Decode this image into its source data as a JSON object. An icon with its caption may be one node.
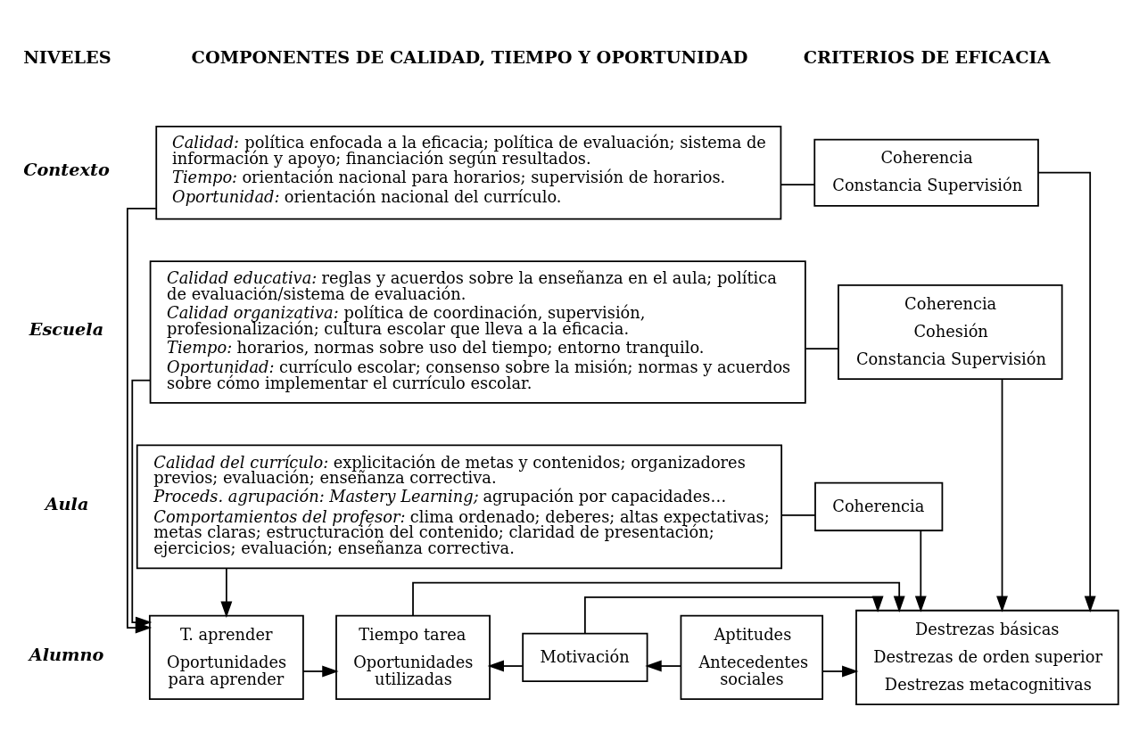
{
  "diagram": {
    "nodes": [
      {
        "text": [
          "*Calidad:* política enfocada a la eficacia; política de evaluación; sistema de información y apoyo; financiación según resultados.",
          "*Tiempo:* orientación nacional para horarios; supervisión de horarios.",
          "*Oportunidad:* orientación nacional del currículo."
        ]
      },
      {
        "text": [
          "Coherencia",
          "Constancia Supervisión"
        ]
      },
      {
        "text": [
          "*Calidad educativa:* reglas y acuerdos sobre la enseñanza en el aula; política de evaluación/sistema de evaluación.",
          "*Calidad organizativa:* política de coordinación, supervisión, profesionalización; cultura escolar que lleva a la eficacia.",
          "*Tiempo:* horarios, normas sobre uso del tiempo; entorno tranquilo.",
          "*Oportunidad:* currículo escolar; consenso sobre la misión; normas y acuerdos sobre cómo implementar el currículo escolar."
        ]
      },
      {
        "text": [
          "Coherencia",
          "Cohesión",
          "Constancia Supervisión"
        ]
      },
      {
        "text": [
          "*Calidad del currículo:* explicitación de metas y contenidos; organizadores previos; evaluación; enseñanza correctiva.",
          "*Proceds. agrupación: Mastery Learning;* agrupación por capacidades…",
          "*Comportamientos del profesor:* clima ordenado; deberes; altas expectativas; metas claras; estructuración del contenido; claridad de presentación; ejercicios; evaluación; enseñanza correctiva."
        ]
      },
      {
        "text": [
          "Coherencia"
        ]
      },
      {
        "text": [
          "T. aprender",
          "Oportunidades para aprender"
        ]
      },
      {
        "text": [
          "Tiempo tarea",
          "Oportunidades utilizadas"
        ]
      },
      {
        "text": [
          "Motivación"
        ]
      },
      {
        "text": [
          "Aptitudes",
          "Antecedentes sociales"
        ]
      },
      {
        "text": [
          "Destrezas básicas",
          "Destrezas de orden superior",
          "Destrezas metacognitivas"
        ]
      }
    ],
    "edges": [
      {
        "from": 0,
        "to": 1,
        "arrow": "none"
      },
      {
        "from": 2,
        "to": 3,
        "arrow": "none"
      },
      {
        "from": 4,
        "to": 5,
        "arrow": "none"
      },
      {
        "from": 1,
        "to": 10,
        "arrow": "to"
      },
      {
        "from": 3,
        "to": 10,
        "arrow": "to"
      },
      {
        "from": 5,
        "to": 10,
        "arrow": "to"
      },
      {
        "from": 0,
        "to": 6,
        "arrow": "to"
      },
      {
        "from": 2,
        "to": 6,
        "arrow": "to"
      },
      {
        "from": 4,
        "to": 6,
        "arrow": "to"
      },
      {
        "from": 6,
        "to": 7,
        "arrow": "to"
      },
      {
        "from": 8,
        "to": 7,
        "arrow": "to"
      },
      {
        "from": 9,
        "to": 8,
        "arrow": "to"
      },
      {
        "from": 9,
        "to": 10,
        "arrow": "to"
      },
      {
        "from": 7,
        "to": 10,
        "arrow": "to"
      },
      {
        "from": 8,
        "to": 10,
        "arrow": "to"
      }
    ],
    "labels": [
      "NIVELES",
      "COMPONENTES DE CALIDAD, TIEMPO Y OPORTUNIDAD",
      "CRITERIOS DE EFICACIA",
      "Contexto",
      "Escuela",
      "Aula",
      "Alumno"
    ]
  }
}
